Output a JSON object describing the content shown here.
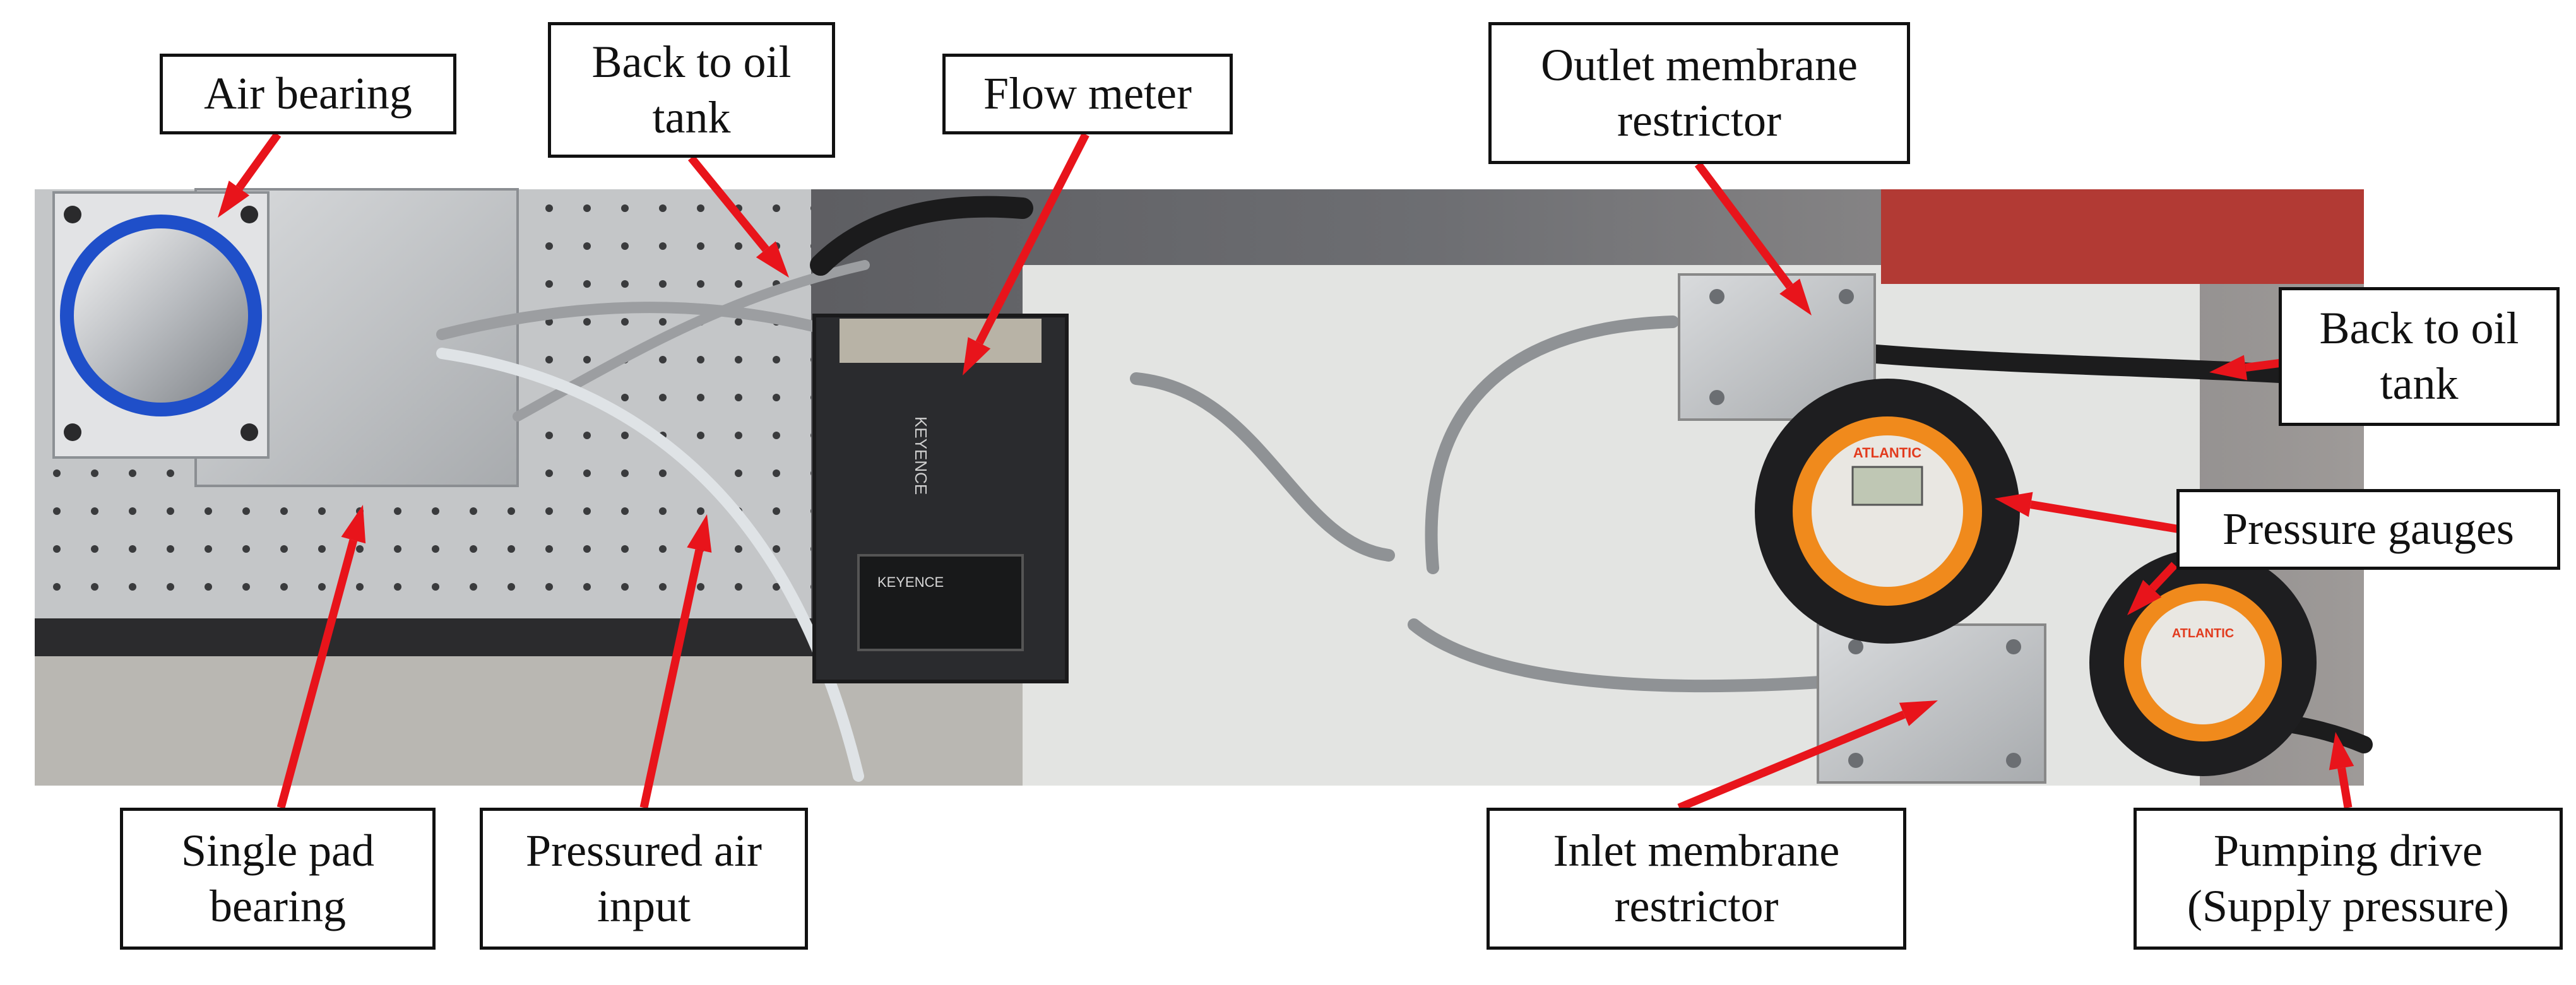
{
  "labels": {
    "air_bearing": [
      "Air bearing"
    ],
    "back_to_oil_tank_left": [
      "Back to oil",
      "tank"
    ],
    "flow_meter": [
      "Flow meter"
    ],
    "outlet_membrane_restrictor": [
      "Outlet membrane",
      "restrictor"
    ],
    "back_to_oil_tank_right": [
      "Back to oil",
      "tank"
    ],
    "pressure_gauges": [
      "Pressure gauges"
    ],
    "single_pad_bearing": [
      "Single pad",
      "bearing"
    ],
    "pressured_air_input": [
      "Pressured air",
      "input"
    ],
    "inlet_membrane_restrictor": [
      "Inlet membrane",
      "restrictor"
    ],
    "pumping_drive": [
      "Pumping drive",
      "(Supply pressure)"
    ]
  },
  "device_text": {
    "gauge_brand_1": "ATLANTIC",
    "gauge_brand_2": "ATLANTIC",
    "flow_meter_brand": "KEYENCE",
    "flow_meter_brand_2": "KEYENCE"
  },
  "colors": {
    "arrow": "#e8141b",
    "label_border": "#111111",
    "bearing_ring": "#1f4fc9",
    "gauge_orange": "#f08a1c"
  }
}
